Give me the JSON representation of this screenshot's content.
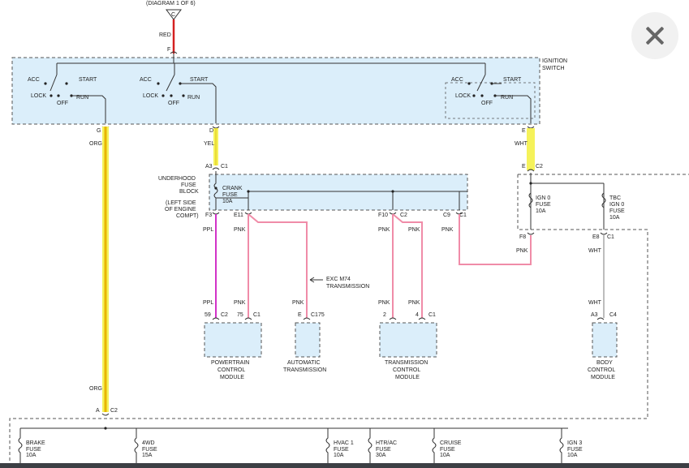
{
  "diagram": {
    "ref": "(DIAGRAM 1 OF 6)",
    "connector_c": "C",
    "wire_red": "RED",
    "pin_f": "F",
    "ignition_switch": [
      "IGNITION",
      "SWITCH"
    ],
    "switch_labels": {
      "acc": "ACC",
      "start": "START",
      "lock": "LOCK",
      "off": "OFF",
      "run": "RUN"
    },
    "pin_g": "G",
    "pin_d": "D",
    "pin_e": "E",
    "wire_org": "ORG",
    "wire_yel": "YEL",
    "wire_wht": "WHT",
    "wire_ppl": "PPL",
    "wire_pnk": "PNK",
    "a3": "A3",
    "c1": "C1",
    "c2": "C2",
    "c4": "C4",
    "c175": "C175",
    "underhood_fuse_block": [
      "UNDERHOOD",
      "FUSE",
      "BLOCK",
      "(LEFT SIDE",
      "OF ENGINE",
      "COMPT)"
    ],
    "crank_fuse": [
      "CRANK",
      "FUSE",
      "10A"
    ],
    "ign0_fuse": [
      "IGN 0",
      "FUSE",
      "10A"
    ],
    "tbc_ign0_fuse": [
      "TBC",
      "IGN 0",
      "FUSE",
      "10A"
    ],
    "pins": {
      "f3": "F3",
      "e11": "E11",
      "f10": "F10",
      "c9": "C9",
      "f8": "F8",
      "e8": "E8",
      "p59": "59",
      "p75": "75",
      "p2": "2",
      "p4": "4",
      "a": "A"
    },
    "exc_note": [
      "EXC M74",
      "TRANSMISSION"
    ],
    "modules": {
      "pcm": [
        "POWERTRAIN",
        "CONTROL",
        "MODULE"
      ],
      "auto_trans": [
        "AUTOMATIC",
        "TRANSMISSION"
      ],
      "tcm": [
        "TRANSMISSION",
        "CONTROL",
        "MODULE"
      ],
      "bcm": [
        "BODY",
        "CONTROL",
        "MODULE"
      ]
    },
    "bottom_fuses": [
      {
        "name": "BRAKE",
        "word": "FUSE",
        "amp": "10A"
      },
      {
        "name": "4WD",
        "word": "FUSE",
        "amp": "15A"
      },
      {
        "name": "HVAC 1",
        "word": "FUSE",
        "amp": "10A"
      },
      {
        "name": "HTR/AC",
        "word": "FUSE",
        "amp": "30A"
      },
      {
        "name": "CRUISE",
        "word": "FUSE",
        "amp": "10A"
      },
      {
        "name": "IGN 3",
        "word": "FUSE",
        "amp": "10A"
      }
    ],
    "colors": {
      "red_wire": "#d42020",
      "org_wire": "#e8b400",
      "highlight": "#f5f25a",
      "ppl_wire": "#d233c8",
      "pnk_wire": "#f08ca8",
      "wht_wire": "#bdbdbd",
      "module_fill": "#dbeefa"
    }
  }
}
